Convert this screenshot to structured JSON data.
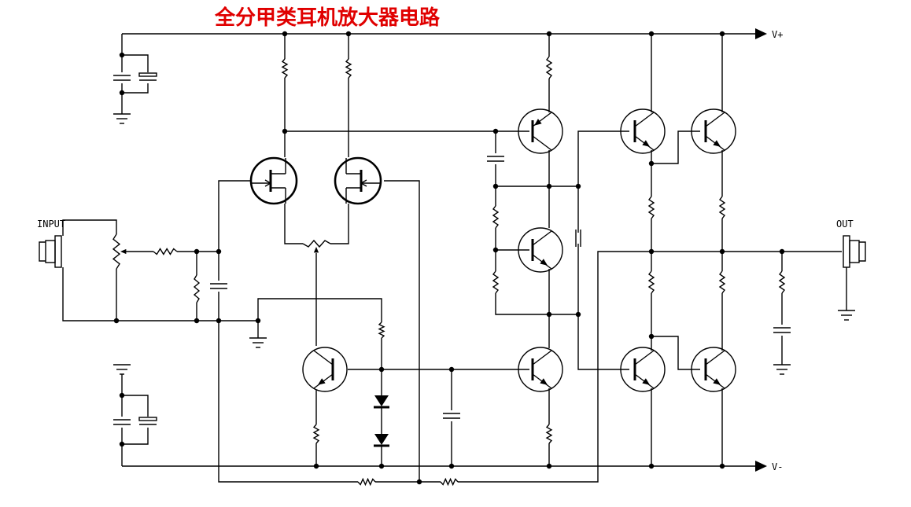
{
  "title": "全分甲类耳机放大器电路",
  "title_color": "#e00000",
  "labels": {
    "vplus": "V+",
    "vminus": "V-",
    "input": "INPUT",
    "output": "OUT"
  },
  "icons": [
    "ground-icon",
    "resistor-icon",
    "capacitor-icon",
    "npn-transistor-icon",
    "jfet-icon",
    "diode-icon",
    "potentiometer-icon",
    "jack-icon",
    "arrow-icon"
  ]
}
